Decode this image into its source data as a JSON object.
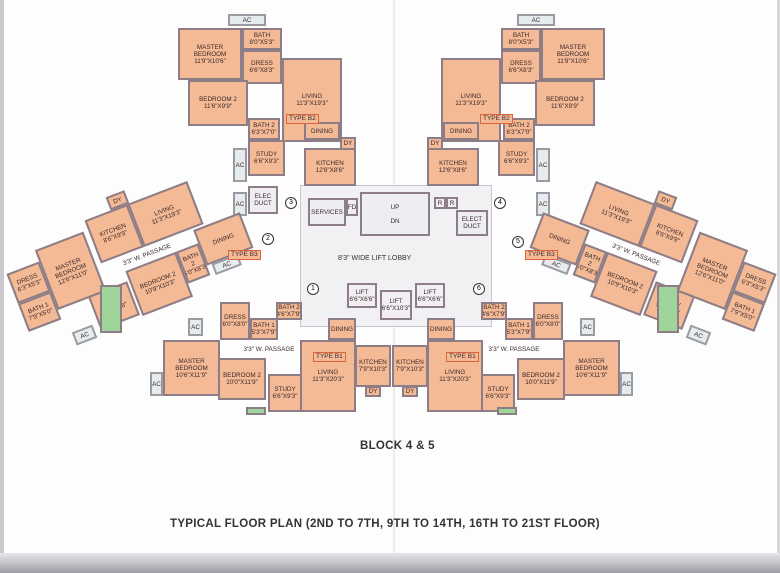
{
  "units": [
    {
      "type": "TYPE B2",
      "rooms": [
        {
          "name": "MASTER BEDROOM",
          "dim": "11'9\"X10'6\""
        },
        {
          "name": "BATH",
          "dim": "8'0\"X5'3\""
        },
        {
          "name": "DRESS",
          "dim": "6'6\"X8'3\""
        },
        {
          "name": "BEDROOM 2",
          "dim": "11'6\"X9'9\""
        },
        {
          "name": "LIVING",
          "dim": "11'3\"X19'3\""
        },
        {
          "name": "BATH 2",
          "dim": "6'3\"X7'0\""
        },
        {
          "name": "DINING",
          "dim": ""
        },
        {
          "name": "STUDY",
          "dim": "6'6\"X9'3\""
        },
        {
          "name": "DY",
          "dim": ""
        },
        {
          "name": "KITCHEN",
          "dim": "12'6\"X8'6\""
        },
        {
          "name": "AC",
          "dim": ""
        },
        {
          "name": "AC",
          "dim": ""
        },
        {
          "name": "AC",
          "dim": ""
        }
      ]
    },
    {
      "type": "TYPE B3",
      "rooms": [
        {
          "name": "DRESS",
          "dim": "6'3\"X5'3\""
        },
        {
          "name": "BATH 1",
          "dim": "7'9\"X5'0\""
        },
        {
          "name": "MASTER BEDROOM",
          "dim": "12'6\"X11'0\""
        },
        {
          "name": "STUDY",
          "dim": "9'3\"X8'6\""
        },
        {
          "name": "KITCHEN",
          "dim": "8'6\"X9'9\""
        },
        {
          "name": "DY",
          "dim": ""
        },
        {
          "name": "LIVING",
          "dim": "11'3\"X19'3\""
        },
        {
          "name": "3'3\" W. PASSAGE",
          "dim": ""
        },
        {
          "name": "BEDROOM 2",
          "dim": "10'9\"X10'3\""
        },
        {
          "name": "BATH 2",
          "dim": "5'0\"X8'3\""
        },
        {
          "name": "DINING",
          "dim": ""
        },
        {
          "name": "AC",
          "dim": ""
        },
        {
          "name": "AC",
          "dim": ""
        }
      ]
    },
    {
      "type": "TYPE B1",
      "rooms": [
        {
          "name": "DRESS",
          "dim": "6'0\"X8'0\""
        },
        {
          "name": "BATH 1",
          "dim": "5'3\"X7'9\""
        },
        {
          "name": "BATH 2",
          "dim": "4'6\"X7'9\""
        },
        {
          "name": "3'3\" W. PASSAGE",
          "dim": ""
        },
        {
          "name": "MASTER BEDROOM",
          "dim": "10'6\"X11'9\""
        },
        {
          "name": "BEDROOM 2",
          "dim": "10'0\"X11'9\""
        },
        {
          "name": "STUDY",
          "dim": "6'6\"X9'3\""
        },
        {
          "name": "LIVING",
          "dim": "11'3\"X20'3\""
        },
        {
          "name": "DINING",
          "dim": ""
        },
        {
          "name": "KITCHEN",
          "dim": "7'9\"X10'3\""
        },
        {
          "name": "DY",
          "dim": ""
        },
        {
          "name": "AC",
          "dim": ""
        },
        {
          "name": "AC",
          "dim": ""
        }
      ]
    }
  ],
  "core": {
    "up": "UP",
    "dn": "DN",
    "services": "SERVICES",
    "fd": "FD",
    "r1": "R",
    "r2": "R",
    "elec_duct": "ELECT DUCT",
    "elec_duct_left": "ELEC DUCT",
    "lobby": "8'3\" WIDE LIFT LOBBY",
    "lifts": [
      {
        "name": "LIFT",
        "dim": "6'6\"X6'6\""
      },
      {
        "name": "LIFT",
        "dim": "6'6\"X10'3\""
      },
      {
        "name": "LIFT",
        "dim": "6'6\"X6'6\""
      }
    ],
    "flat_numbers": [
      "1",
      "2",
      "3",
      "4",
      "5",
      "6"
    ]
  },
  "block_title": "BLOCK 4 & 5",
  "plan_title": "TYPICAL FLOOR PLAN (2ND TO 7TH, 9TH TO 14TH, 16TH TO 21ST FLOOR)",
  "colors": {
    "room": "#f4b995",
    "wall": "#8c7d86",
    "type_border": "#e0623a",
    "balcony_green": "#9fd49a"
  }
}
